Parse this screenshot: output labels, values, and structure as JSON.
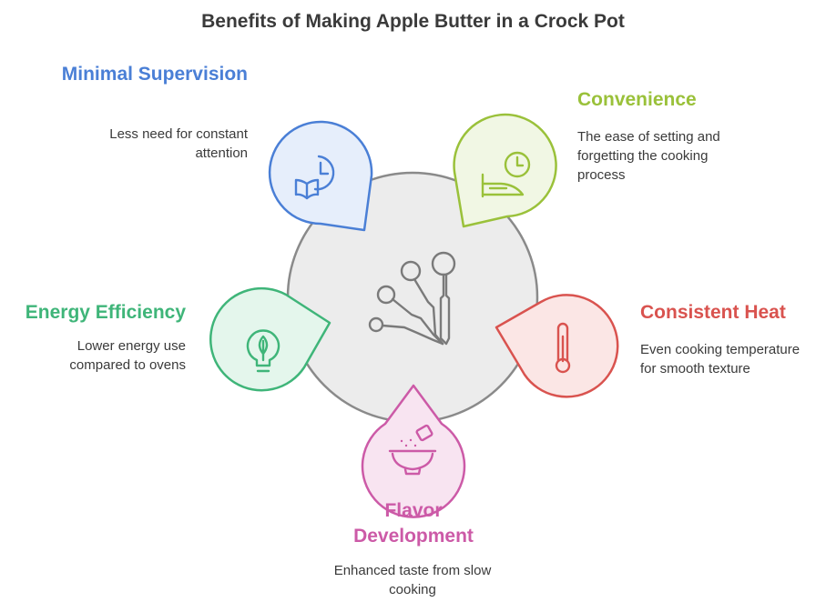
{
  "title": "Benefits of Making Apple Butter in a Crock Pot",
  "colors": {
    "hub_fill": "#ececec",
    "hub_stroke": "#8a8a8a",
    "text": "#3a3a3a"
  },
  "center_icon": "measuring-spoons-icon",
  "benefits": [
    {
      "heading": "Minimal Supervision",
      "description": "Less need for constant attention",
      "icon": "clock-book-icon",
      "color": "#4a7fd6",
      "fill": "#e6eefb"
    },
    {
      "heading": "Convenience",
      "description": "The ease of setting and forgetting the cooking process",
      "icon": "clock-iron-icon",
      "color": "#9ac13a",
      "fill": "#f1f7e4"
    },
    {
      "heading": "Consistent Heat",
      "description": "Even cooking temperature for smooth texture",
      "icon": "thermometer-icon",
      "color": "#d9534f",
      "fill": "#fbe6e5"
    },
    {
      "heading": "Flavor Development",
      "description": "Enhanced taste from slow cooking",
      "icon": "seasoning-bowl-icon",
      "color": "#cc5aa7",
      "fill": "#f8e4f1"
    },
    {
      "heading": "Energy Efficiency",
      "description": "Lower energy use compared to ovens",
      "icon": "leaf-bulb-icon",
      "color": "#3fb579",
      "fill": "#e4f6ec"
    }
  ]
}
